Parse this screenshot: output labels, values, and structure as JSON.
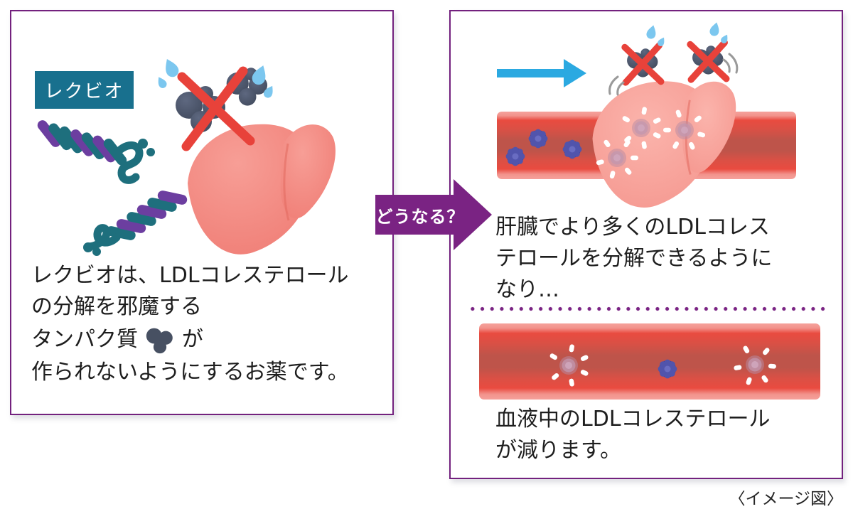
{
  "left_panel": {
    "drug_label": "レクビオ",
    "description": {
      "line1": "レクビオは、LDLコレステロール",
      "line2": "の分解を邪魔する",
      "line3_before": "タンパク質",
      "line3_after": "が",
      "line4": "作られないようにするお薬です。"
    }
  },
  "connector": {
    "label": "どうなる？"
  },
  "right_panel": {
    "result1_lines": [
      "肝臓でより多くのLDLコレス",
      "テロールを分解できるように",
      "なり…"
    ],
    "result2_lines": [
      "血液中のLDLコレステロール",
      "が減ります。"
    ]
  },
  "footer": {
    "caption": "〈イメージ図〉"
  },
  "colors": {
    "panel_border": "#73217E",
    "connector_purple": "#7A2383",
    "drug_label_bg": "#18708E",
    "flow_arrow_blue": "#2BA9E1",
    "cross_red": "#E8423A",
    "protein_navy": "#475062",
    "liver_pink": "#F2837B",
    "vessel_red": "#E94B40",
    "ldl_particle_blue": "#5154AC",
    "degraded_particle_mauve": "#C297AF",
    "droplet_blue": "#7CC7EF",
    "sirna_teal": "#1E6F7D",
    "sirna_purple": "#6C3EA0",
    "text": "#1E1E1E"
  }
}
